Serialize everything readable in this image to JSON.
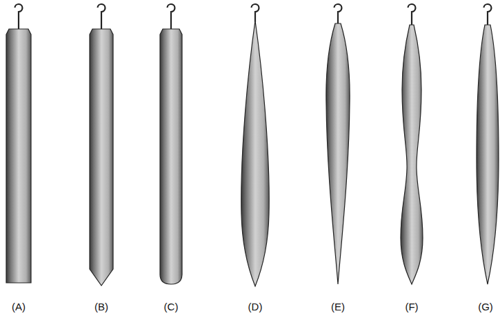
{
  "diagram": {
    "labels": [
      "(A)",
      "(B)",
      "(C)",
      "(D)",
      "(E)",
      "(F)",
      "(G)"
    ]
  }
}
